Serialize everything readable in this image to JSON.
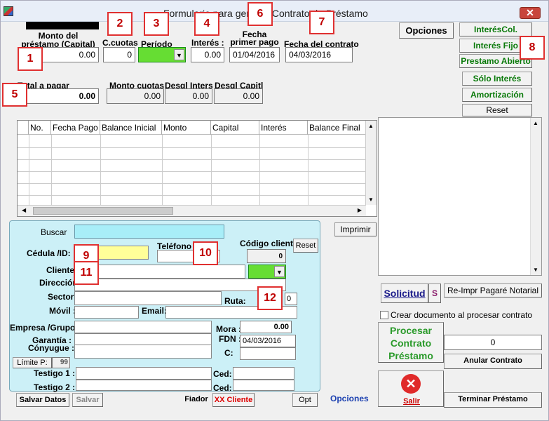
{
  "window": {
    "title": "Formulario para generar Contrato de Préstamo",
    "close": "✕"
  },
  "top": {
    "monto_label": "Monto del préstamo (Capital) :",
    "monto_value": "0.00",
    "cuotas_label": "C.cuotas",
    "cuotas_value": "0",
    "periodo_label": "Período",
    "interes_label": "Interés :",
    "interes_value": "0.00",
    "fecha_primer_label": "Fecha primer pago",
    "fecha_primer_value": "01/04/2016",
    "fecha_contrato_label": "Fecha del contrato",
    "fecha_contrato_value": "04/03/2016",
    "total_label": "Total a pagar",
    "total_value": "0.00",
    "monto_cuotas_label": "Monto cuotas",
    "monto_cuotas_value": "0.00",
    "desgl_inters_label": "Desgl Inters",
    "desgl_inters_value": "0.00",
    "desgl_capitl_label": "Desgl Capitl",
    "desgl_capitl_value": "0.00"
  },
  "right_buttons": {
    "opciones": "Opciones",
    "interes_col": "InterésCol.",
    "interes_fijo": "Interés Fijo",
    "prestamo_abierto": "Prestamo Abierto",
    "solo_interes": "Sólo Interés",
    "amortizacion": "Amortización",
    "reset": "Reset"
  },
  "grid": {
    "columns": [
      "No.",
      "Fecha Pago",
      "Balance Inicial",
      "Monto",
      "Capital",
      "Interés",
      "Balance Final"
    ]
  },
  "client": {
    "buscar_label": "Buscar",
    "cedula_label": "Cédula /ID:",
    "telefono_label": "Teléfono :",
    "codigo_label": "Código cliente",
    "codigo_value": "0",
    "reset_btn": "Reset",
    "cliente_label": "Cliente",
    "direccion_label": "Dirección",
    "sector_label": "Sector",
    "ruta_label": "Ruta:",
    "ruta_value": "0",
    "movil_label": "Móvil :",
    "email_label": "Email:",
    "empresa_label": "Empresa /Grupo:",
    "mora_label": "Mora :",
    "mora_value": "0.00",
    "garantia_label": "Garantía :",
    "fdn_label": "FDN :",
    "fdn_value": "04/03/2016",
    "conyugue_label": "Cónyugue :",
    "c_label": "C:",
    "limite_label": "Límite P:",
    "limite_value": "99",
    "testigo1_label": "Testigo 1 :",
    "testigo2_label": "Testigo 2 :",
    "ced1_label": "Ced:",
    "ced2_label": "Ced:",
    "imprimir": "Imprimir"
  },
  "bottom": {
    "salvar_datos": "Salvar Datos",
    "salvar": "Salvar",
    "fiador": "Fiador",
    "xx_cliente": "XX Cliente",
    "opt": "Opt",
    "opciones": "Opciones"
  },
  "right_bottom": {
    "solicitud": "Solicitud",
    "s": "S",
    "reimpr": "Re-Impr Pagaré Notarial",
    "crear_doc": "Crear documento al procesar contrato",
    "procesar": "Procesar Contrato Préstamo",
    "contador": "0",
    "anular": "Anular Contrato",
    "salir": "Salir",
    "terminar": "Terminar Préstamo"
  },
  "markers": [
    "1",
    "2",
    "3",
    "4",
    "5",
    "6",
    "7",
    "8",
    "9",
    "10",
    "11",
    "12"
  ],
  "colors": {
    "periodo_fill": "#66dd33",
    "cedula_fill": "#ffff99",
    "buscar_fill": "#a8eef8",
    "panel": "#ccf0f7"
  }
}
